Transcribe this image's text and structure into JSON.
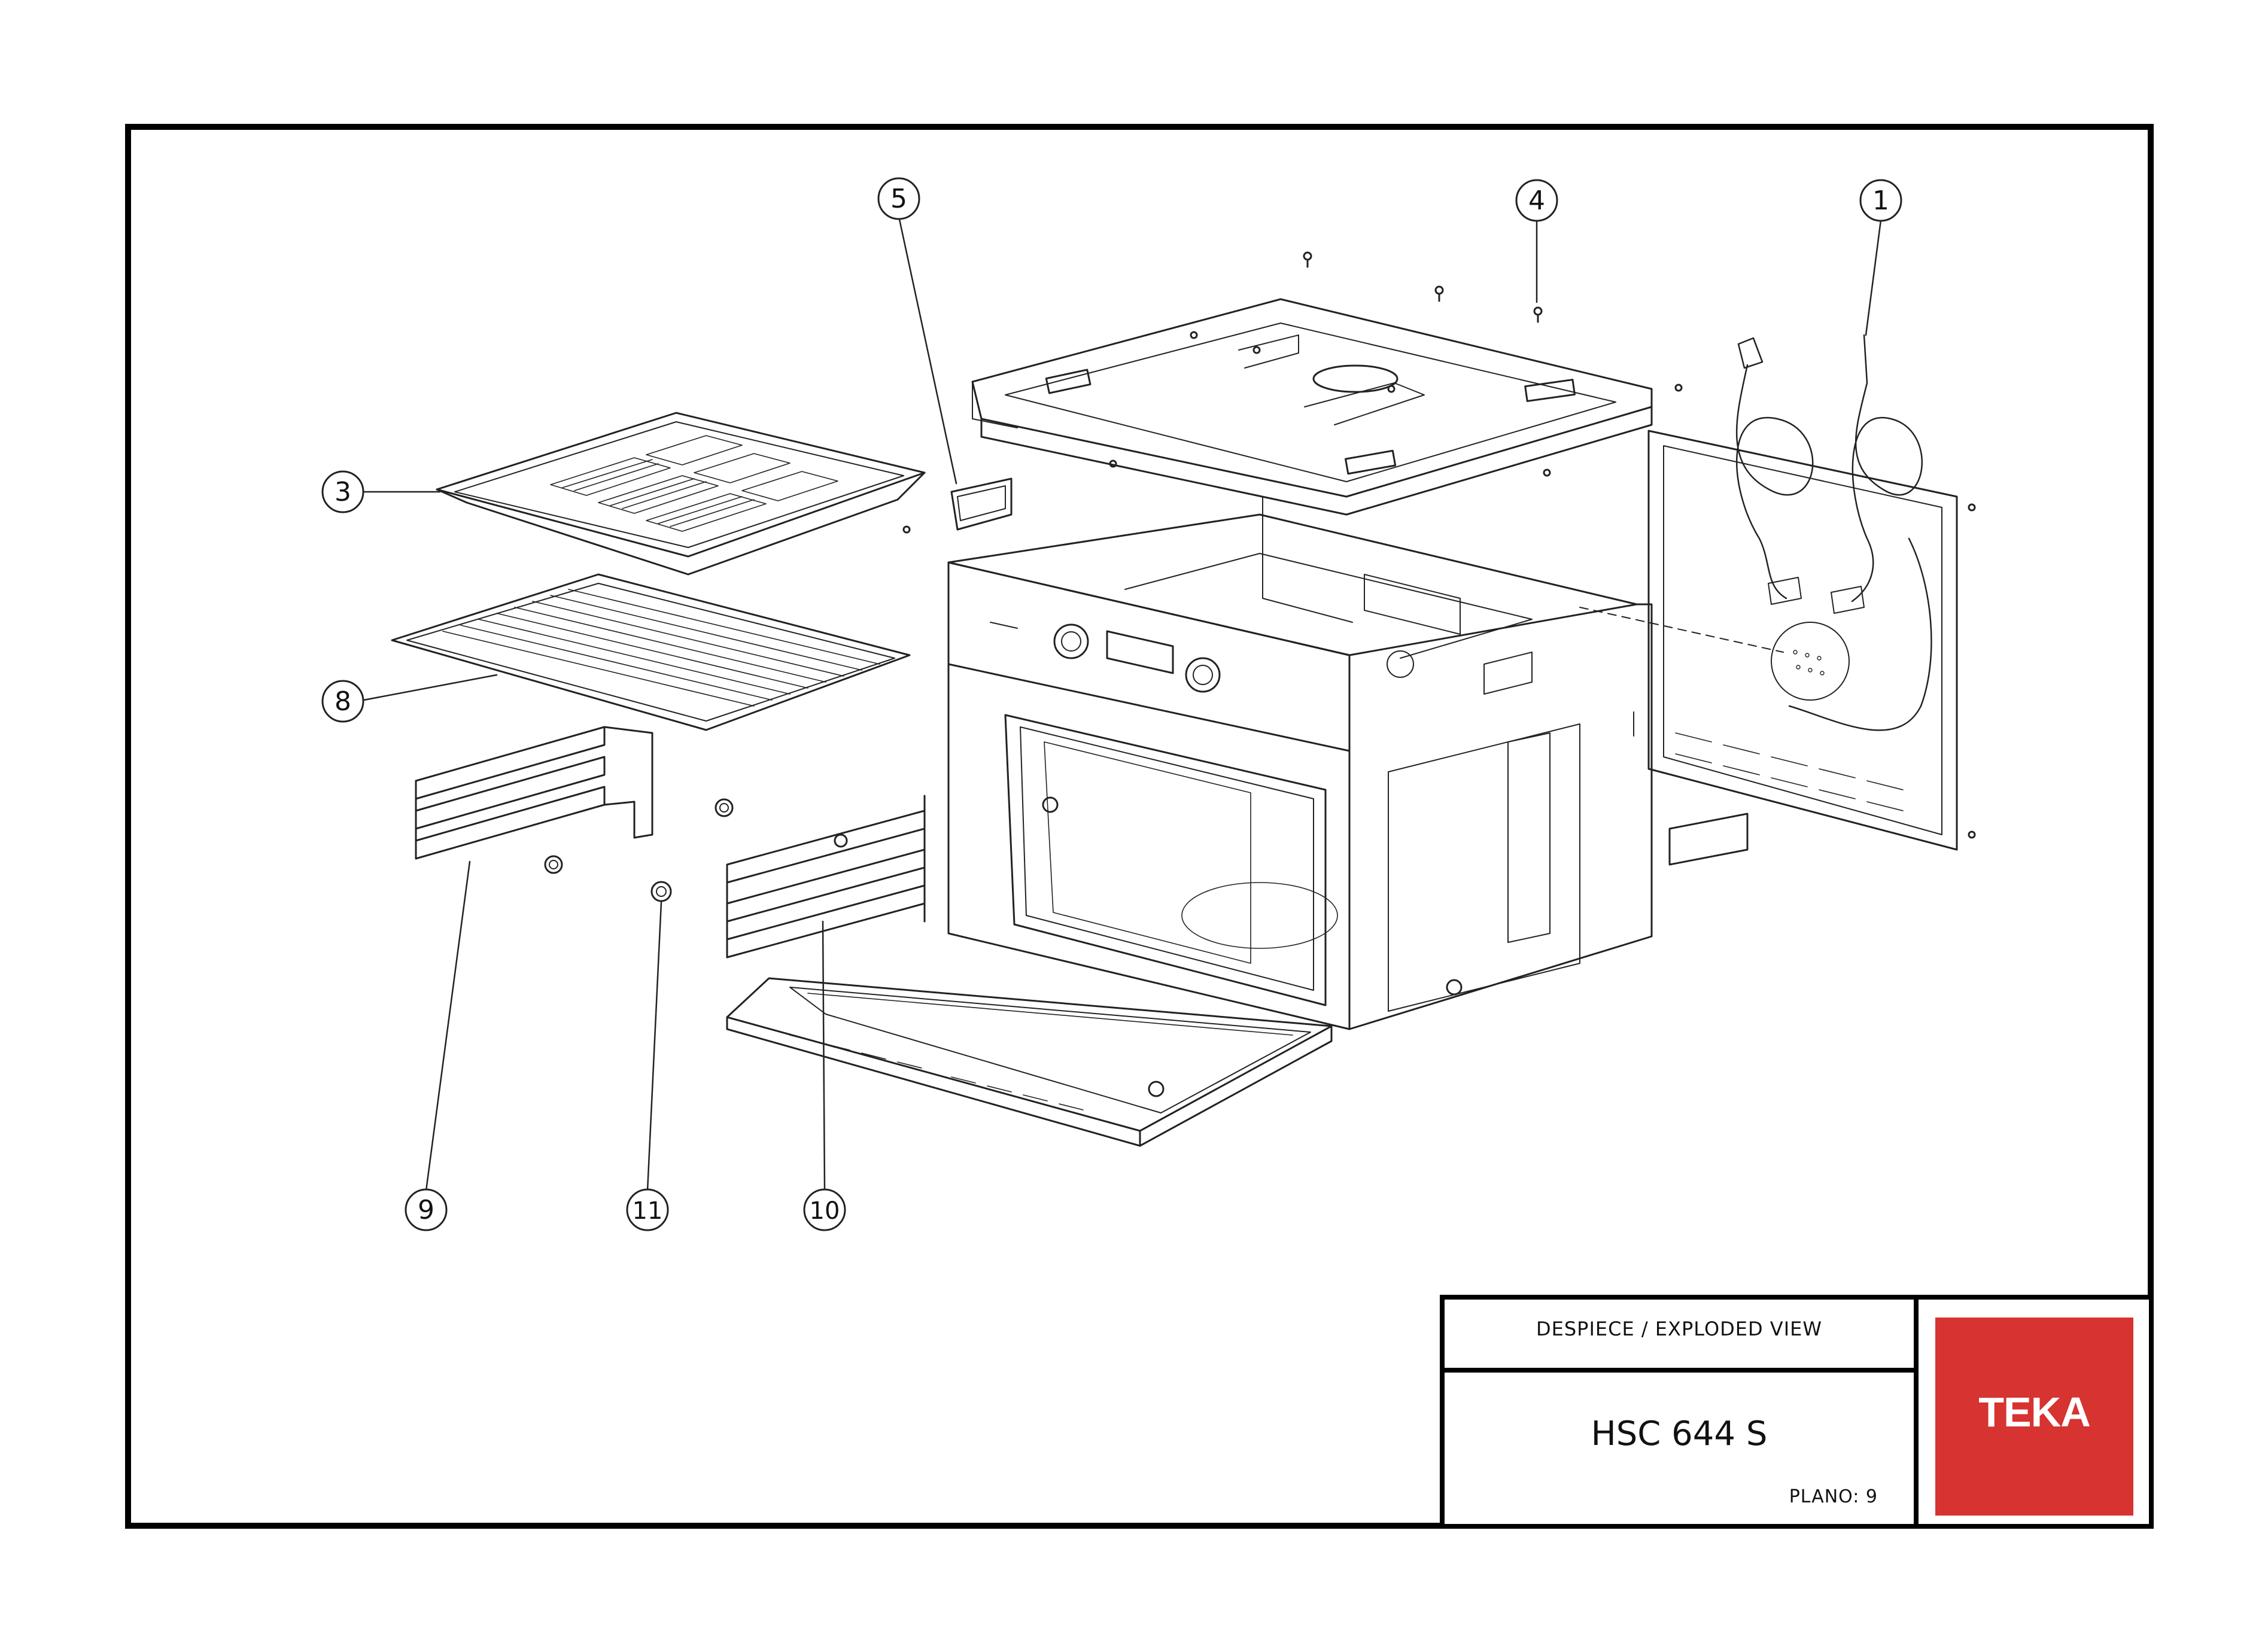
{
  "callouts": [
    {
      "id": "c1",
      "label": "1",
      "part": "power-cable"
    },
    {
      "id": "c3",
      "label": "3",
      "part": "baking-tray"
    },
    {
      "id": "c4",
      "label": "4",
      "part": "fixing-screw"
    },
    {
      "id": "c5",
      "label": "5",
      "part": "handle-cover"
    },
    {
      "id": "c8",
      "label": "8",
      "part": "wire-shelf"
    },
    {
      "id": "c9",
      "label": "9",
      "part": "side-rack-left"
    },
    {
      "id": "c10",
      "label": "10",
      "part": "side-rack-right"
    },
    {
      "id": "c11",
      "label": "11",
      "part": "knob"
    }
  ],
  "title_block": {
    "title": "DESPIECE / EXPLODED VIEW",
    "model": "HSC 644 S",
    "plano": "PLANO: 9"
  },
  "logo": {
    "text": "TEKA",
    "color": "#d63331"
  }
}
